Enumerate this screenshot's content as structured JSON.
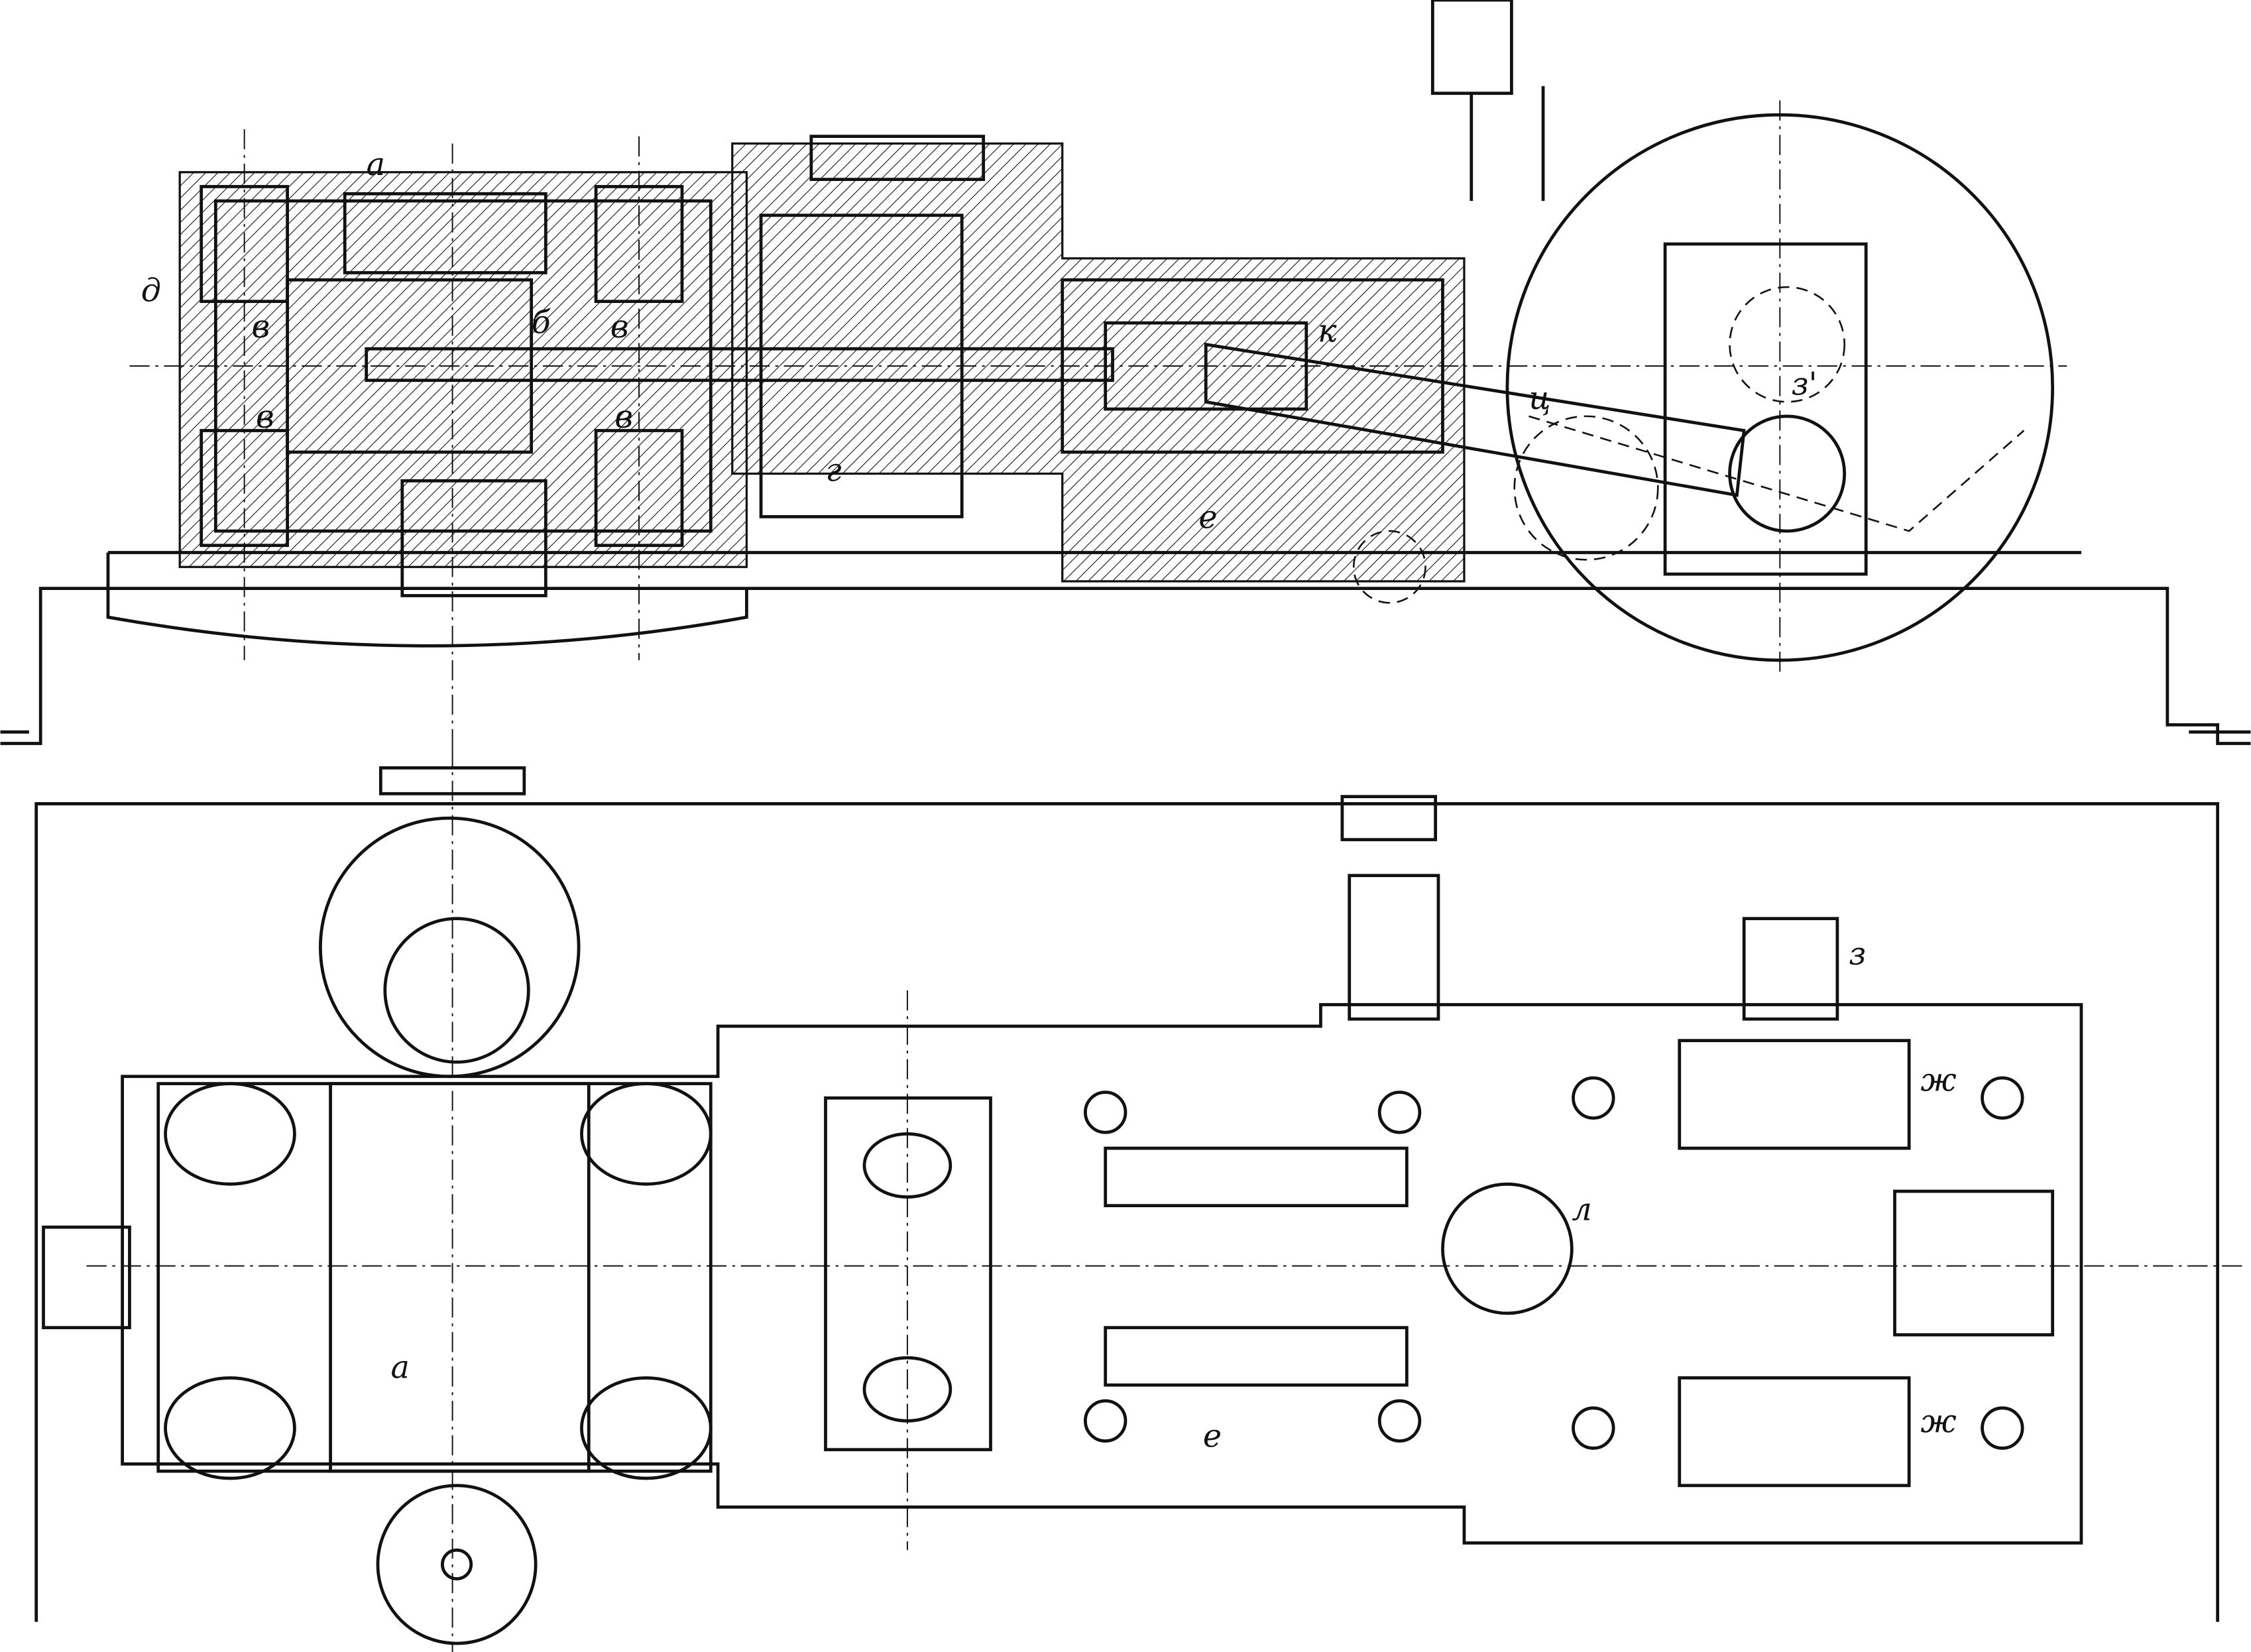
{
  "title": "Compressor assembly drawing: elevation section and plan view",
  "elevation_labels": [
    "а",
    "д",
    "в",
    "в",
    "б",
    "в",
    "в",
    "г",
    "к",
    "ц",
    "з'",
    "е"
  ],
  "plan_labels": [
    "а",
    "е",
    "з",
    "ж",
    "ж",
    "л"
  ],
  "colors": {
    "ink": "#111111",
    "paper": "#ffffff"
  }
}
